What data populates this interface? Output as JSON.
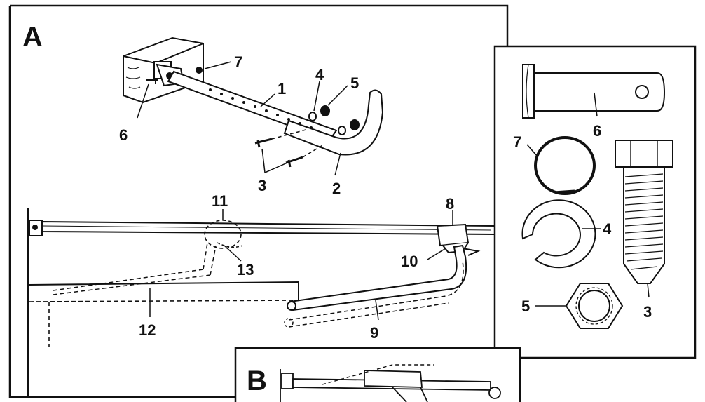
{
  "panels": {
    "a_label": "A",
    "b_label": "B"
  },
  "callouts": {
    "main": {
      "n1": "1",
      "n2": "2",
      "n3": "3",
      "n4": "4",
      "n5": "5",
      "n6": "6",
      "n7": "7",
      "n8": "8",
      "n9": "9",
      "n10": "10",
      "n11": "11",
      "n12": "12",
      "n13": "13"
    },
    "detail": {
      "n6": "6",
      "n7": "7",
      "n4": "4",
      "n3": "3",
      "n5": "5"
    }
  },
  "colors": {
    "ink": "#111111",
    "paper": "#ffffff"
  }
}
